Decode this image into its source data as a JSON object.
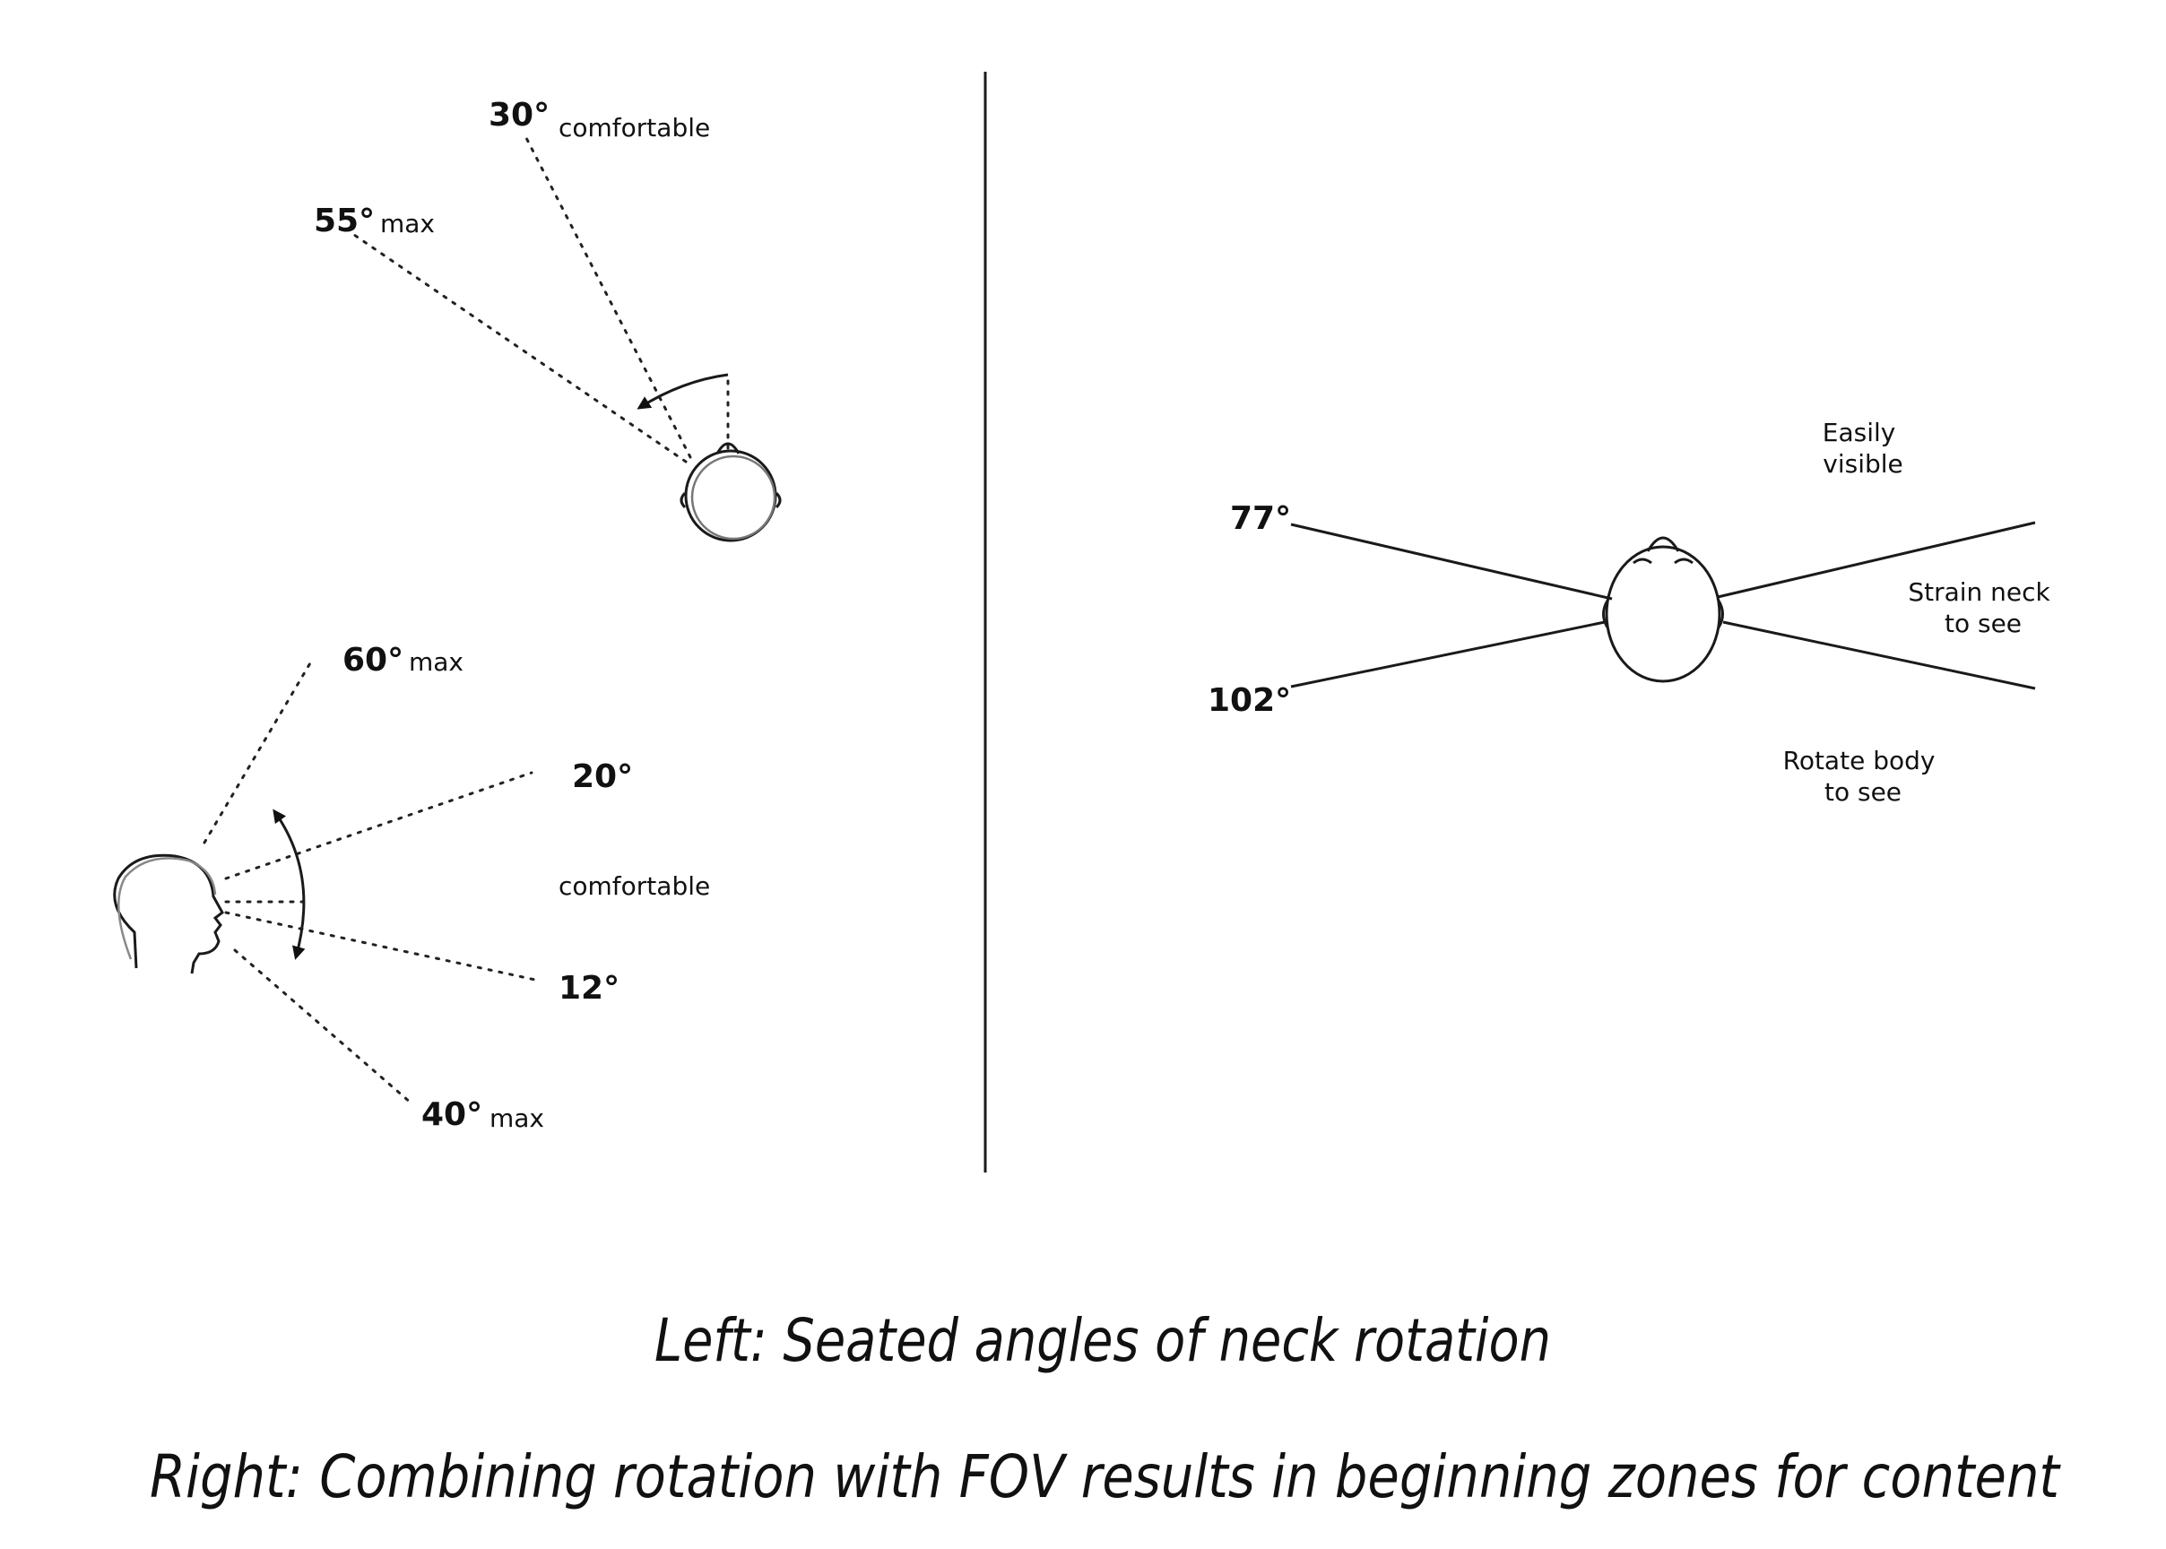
{
  "left_top": {
    "comfortable_angle": "30°",
    "comfortable_label": "comfortable",
    "max_angle": "55°",
    "max_label": "max"
  },
  "left_bottom": {
    "up_max_angle": "60°",
    "up_max_label": "max",
    "up_comfortable_angle": "20°",
    "comfortable_label": "comfortable",
    "down_comfortable_angle": "12°",
    "down_max_angle": "40°",
    "down_max_label": "max"
  },
  "right": {
    "upper_angle": "77°",
    "lower_angle": "102°",
    "zone_top_line1": "Easily",
    "zone_top_line2": "visible",
    "zone_side_line1": "Strain neck",
    "zone_side_line2": "to see",
    "zone_bottom_line1": "Rotate body",
    "zone_bottom_line2": "to see"
  },
  "captions": {
    "left": "Left: Seated angles of neck rotation",
    "right": "Right: Combining rotation with FOV results in beginning zones for content"
  }
}
